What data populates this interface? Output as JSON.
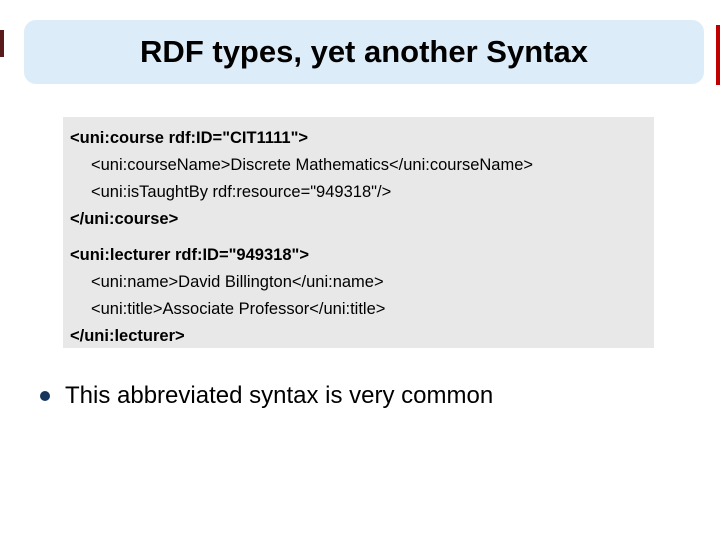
{
  "slide": {
    "title": "RDF types, yet another Syntax",
    "code_blocks": [
      {
        "name": "course-snippet",
        "lines": [
          {
            "text": "<uni:course rdf:ID=\"CIT1111\">",
            "bold": true,
            "indent": false
          },
          {
            "text": "<uni:courseName>Discrete Mathematics</uni:courseName>",
            "bold": false,
            "indent": true
          },
          {
            "text": "<uni:isTaughtBy rdf:resource=\"949318\"/>",
            "bold": false,
            "indent": true
          },
          {
            "text": "</uni:course>",
            "bold": true,
            "indent": false
          }
        ]
      },
      {
        "name": "lecturer-snippet",
        "lines": [
          {
            "text": "<uni:lecturer rdf:ID=\"949318\">",
            "bold": true,
            "indent": false
          },
          {
            "text": "<uni:name>David Billington</uni:name>",
            "bold": false,
            "indent": true
          },
          {
            "text": "<uni:title>Associate Professor</uni:title>",
            "bold": false,
            "indent": true
          },
          {
            "text": "</uni:lecturer>",
            "bold": true,
            "indent": false
          }
        ]
      }
    ],
    "bullet_text": "This abbreviated syntax is very common",
    "colors": {
      "title_bg": "#dcecf9",
      "code_bg": "#e8e8e8",
      "bullet": "#17365d",
      "edge_mark_left": "#5a1a1a",
      "edge_mark_right": "#c00000"
    }
  }
}
